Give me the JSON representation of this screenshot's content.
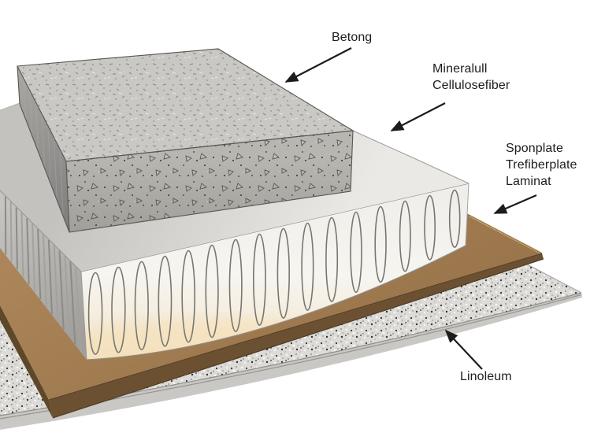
{
  "diagram": {
    "type": "floor-construction-layers",
    "background": "#ffffff",
    "callouts": [
      {
        "id": "betong",
        "lines": [
          "Betong"
        ]
      },
      {
        "id": "mineralull",
        "lines": [
          "Mineralull",
          "Cellulosefiber"
        ]
      },
      {
        "id": "sponplate",
        "lines": [
          "Sponplate",
          "Trefiberplate",
          "Laminat"
        ]
      },
      {
        "id": "linoleum",
        "lines": [
          "Linoleum"
        ]
      }
    ],
    "layers": [
      {
        "name": "betong",
        "label": "Betong",
        "color": "#c9c8c5"
      },
      {
        "name": "mineralull-cellulosefiber",
        "label": "Mineralull / Cellulosefiber",
        "color": "#f5f3ee"
      },
      {
        "name": "sponplate-trefiberplate-laminat",
        "label": "Sponplate / Trefiberplate / Laminat",
        "color": "#a8835a"
      },
      {
        "name": "linoleum",
        "label": "Linoleum",
        "color": "#dcdbd7"
      }
    ],
    "colors": {
      "arrow": "#1c1c1a",
      "text": "#1d1d1b",
      "background": "#ffffff"
    }
  }
}
